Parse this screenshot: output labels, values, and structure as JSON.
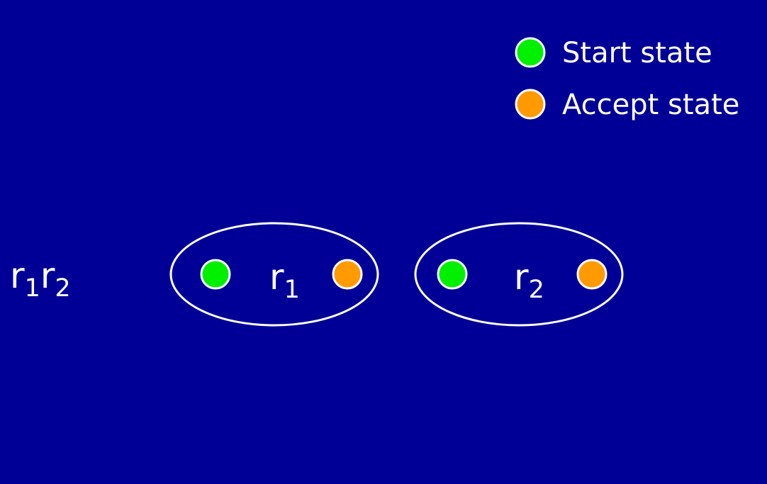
{
  "colors": {
    "background": "#000096",
    "start_state": "#00f000",
    "accept_state": "#ff9a00",
    "outline": "#ffffff",
    "text": "#ffffff"
  },
  "legend": {
    "items": [
      {
        "label": "Start state",
        "state": "start"
      },
      {
        "label": "Accept state",
        "state": "accept"
      }
    ]
  },
  "expression": {
    "parts": [
      {
        "base": "r",
        "sub": "1"
      },
      {
        "base": "r",
        "sub": "2"
      }
    ]
  },
  "machines": [
    {
      "base": "r",
      "sub": "1"
    },
    {
      "base": "r",
      "sub": "2"
    }
  ]
}
